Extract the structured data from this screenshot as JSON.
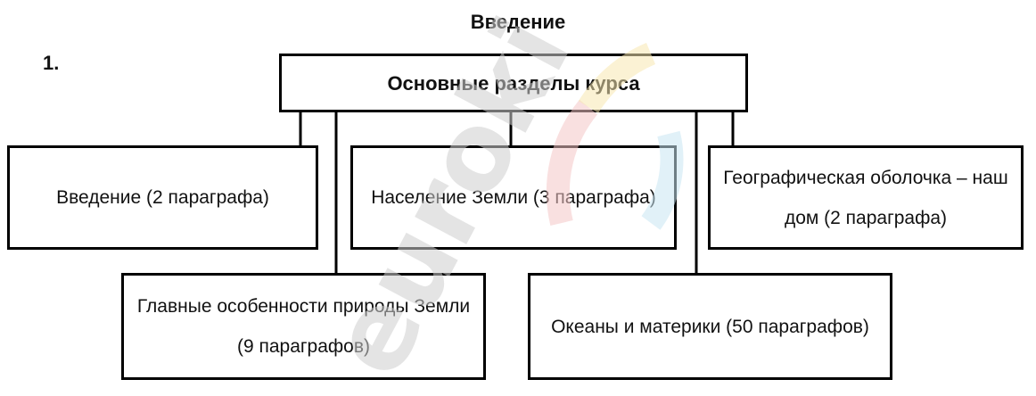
{
  "title": "Введение",
  "number": "1.",
  "root": {
    "label": "Основные разделы курса"
  },
  "sections": [
    "Введение (2 параграфа)",
    "Население Земли (3 параграфа)",
    "Географическая оболочка – наш дом (2 параграфа)",
    "Главные особенности природы Земли (9 параграфов)",
    "Океаны и материки (50 параграфов)"
  ],
  "watermark": {
    "text": "euroki",
    "colors": [
      "#cfcfcf",
      "#f4c7c7",
      "#f7e7b0",
      "#c9e6f2"
    ]
  }
}
